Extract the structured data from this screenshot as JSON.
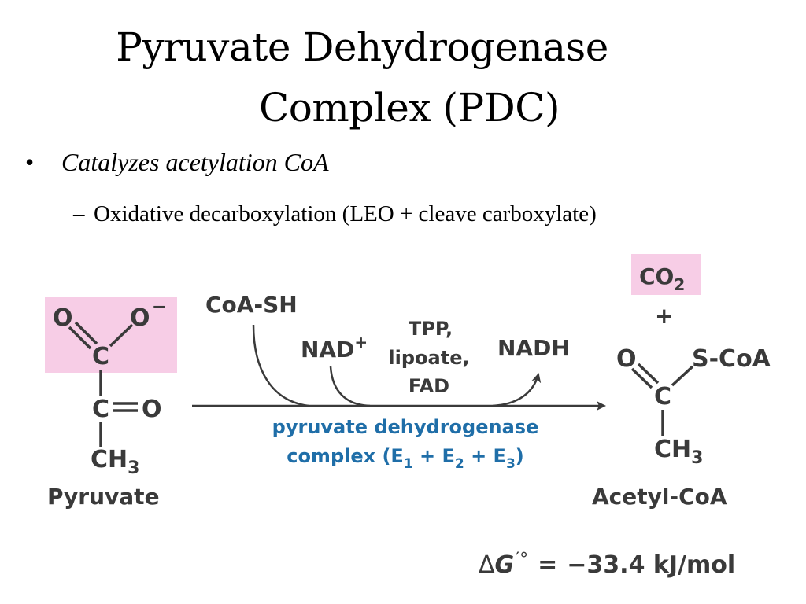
{
  "slide": {
    "title_line1": "Pyruvate Dehydrogenase",
    "title_line2": "Complex (PDC)"
  },
  "bullets": [
    {
      "mark": "•",
      "text": "Catalyzes acetylation CoA"
    },
    {
      "mark": "–",
      "text": "Oxidative decarboxylation (LEO + cleave carboxylate)"
    }
  ],
  "reaction": {
    "substrate": {
      "name": "Pyruvate",
      "atoms": {
        "O_left": "O",
        "O_right": "O",
        "O_charge": "−",
        "C_carboxyl": "C",
        "C_keto": "C",
        "O_keto": "O",
        "CH3": "CH",
        "CH3_sub": "3"
      }
    },
    "cosubstrates": {
      "coa": "CoA-SH",
      "nad": "NAD",
      "nad_charge": "+",
      "cofactors": [
        "TPP,",
        "lipoate,",
        "FAD"
      ],
      "nadh": "NADH"
    },
    "enzyme": {
      "line1": "pyruvate dehydrogenase",
      "line2_prefix": "complex (E",
      "e1_sub": "1",
      "plus1": " + E",
      "e2_sub": "2",
      "plus2": " + E",
      "e3_sub": "3",
      "close": ")"
    },
    "product": {
      "co2": "CO",
      "co2_sub": "2",
      "plus": "+",
      "name": "Acetyl-CoA",
      "atoms": {
        "O": "O",
        "SCoA": "S-CoA",
        "C": "C",
        "CH3": "CH",
        "CH3_sub": "3"
      }
    },
    "delta_g": {
      "symbol": "Δ",
      "G": "G",
      "prime_deg": "′°",
      "equals": "=",
      "value": "−33.4 kJ/mol"
    }
  },
  "colors": {
    "highlight": "#f7cde6",
    "structure": "#3a3a3a",
    "enzyme_text": "#1f6ea8"
  }
}
